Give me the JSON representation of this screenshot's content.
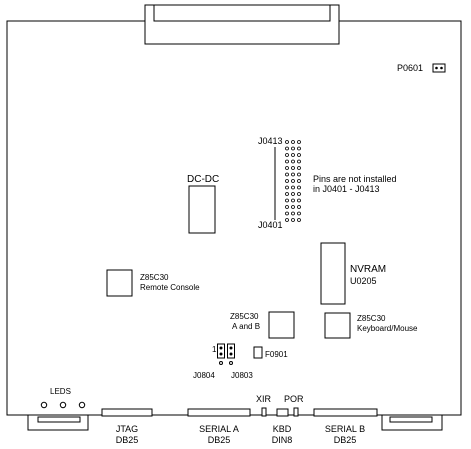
{
  "labels": {
    "p0601": "P0601",
    "j0413": "J0413",
    "j0401": "J0401",
    "pins_note_1": "Pins are not installed",
    "pins_note_2": "in J0401 - J0413",
    "dc_dc": "DC-DC",
    "nvram_1": "NVRAM",
    "nvram_2": "U0205",
    "z85_remote_1": "Z85C30",
    "z85_remote_2": "Remote  Console",
    "z85_ab_1": "Z85C30",
    "z85_ab_2": "A and B",
    "z85_kb_1": "Z85C30",
    "z85_kb_2": "Keyboard/Mouse",
    "f0901": "F0901",
    "pin1": "1",
    "j0804": "J0804",
    "j0803": "J0803",
    "leds": "LEDS",
    "xir": "XIR",
    "por": "POR",
    "jtag_1": "JTAG",
    "jtag_2": "DB25",
    "serial_a_1": "SERIAL  A",
    "serial_a_2": "DB25",
    "kbd_1": "KBD",
    "kbd_2": "DIN8",
    "serial_b_1": "SERIAL  B",
    "serial_b_2": "DB25"
  }
}
